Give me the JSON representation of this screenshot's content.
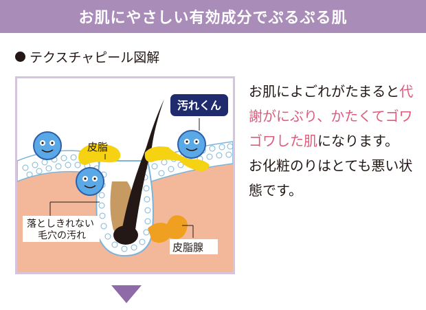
{
  "banner": {
    "title": "お肌にやさしい有効成分でぷるぷる肌"
  },
  "section": {
    "title": "テクスチャピール図解"
  },
  "diagram": {
    "label_dirt_kun": "汚れくん",
    "label_sebum": "皮脂",
    "label_pore_dirt_line1": "落としきれない",
    "label_pore_dirt_line2": "毛穴の汚れ",
    "label_sebaceous_gland": "皮脂腺"
  },
  "description": {
    "part1": "お肌によごれがたまると",
    "highlight": "代謝がにぶり、かたくてゴワゴワした肌",
    "part2": "になります。",
    "part3": "お化粧のりはとても悪い状態です。"
  },
  "colors": {
    "banner": "#a98cb8",
    "highlight": "#e05a7b",
    "arrow": "#8e6aa6",
    "figure_border": "#d6c4df",
    "skin": "#f3b79a",
    "sebum": "#f5d313",
    "gland": "#f0a020",
    "dirt": "#5aa9e6",
    "label_box": "#1f2b6d"
  }
}
